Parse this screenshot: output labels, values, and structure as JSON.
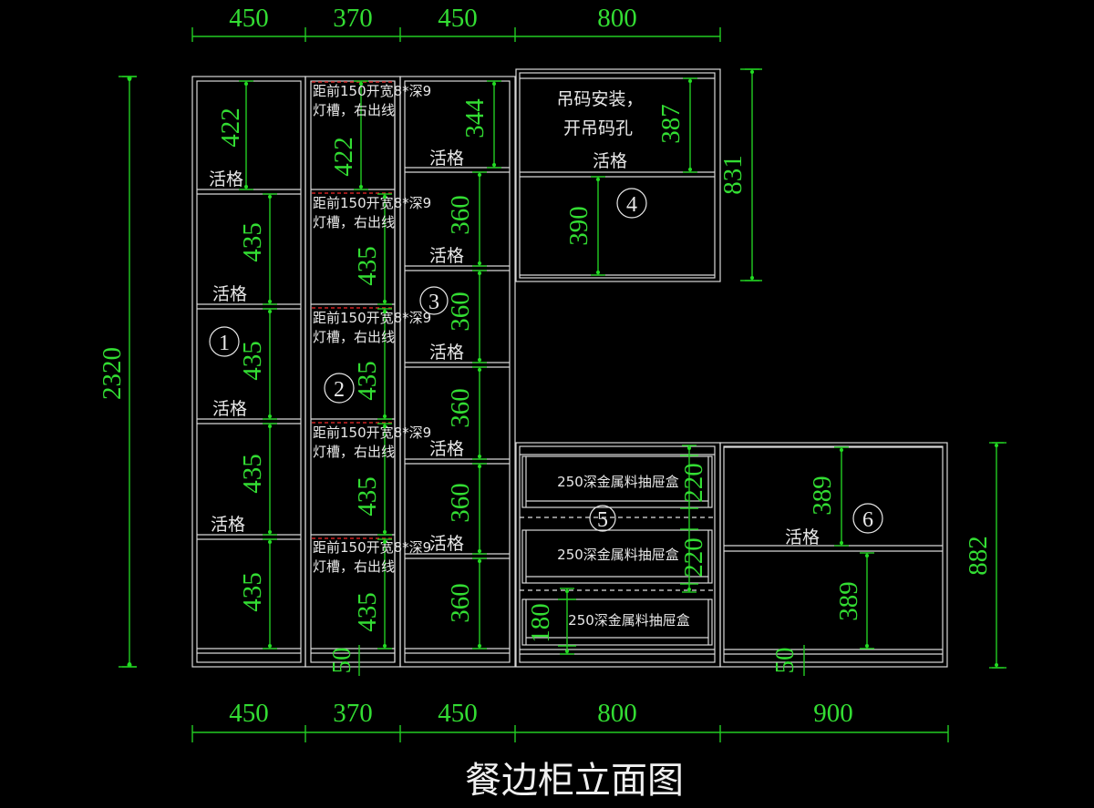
{
  "drawing": {
    "title": "餐边柜立面图",
    "colors": {
      "background": "#000000",
      "frame": "#d8d8d8",
      "dimension": "#22cc22",
      "text": "#e8e8e8",
      "lightslot": "#cc2222"
    }
  },
  "top_dimensions": [
    "450",
    "370",
    "450",
    "800"
  ],
  "bottom_dimensions": [
    "450",
    "370",
    "450",
    "800",
    "900"
  ],
  "overall_height": "2320",
  "cabinet4_height": "831",
  "cabinet6_height": "882",
  "cabinets": {
    "c1": {
      "marker": "1",
      "shelf_label": "活格",
      "dims": [
        "422",
        "435",
        "435",
        "435",
        "435"
      ]
    },
    "c2": {
      "marker": "2",
      "note_line1": "距前150开宽8*深9",
      "note_line2": "灯槽，右出线",
      "dims": [
        "422",
        "435",
        "435",
        "435",
        "435"
      ],
      "base_dim": "50"
    },
    "c3": {
      "marker": "3",
      "shelf_label": "活格",
      "dims": [
        "344",
        "360",
        "360",
        "360",
        "360",
        "360"
      ]
    },
    "c4": {
      "marker": "4",
      "note_line1": "吊码安装，",
      "note_line2": "开吊码孔",
      "shelf_label": "活格",
      "dims": [
        "387",
        "390"
      ]
    },
    "c5": {
      "marker": "5",
      "drawer_label": "250深金属料抽屉盒",
      "dims": [
        "220",
        "220",
        "180"
      ]
    },
    "c6": {
      "marker": "6",
      "shelf_label": "活格",
      "dims": [
        "389",
        "389"
      ],
      "base_dim": "50"
    }
  }
}
